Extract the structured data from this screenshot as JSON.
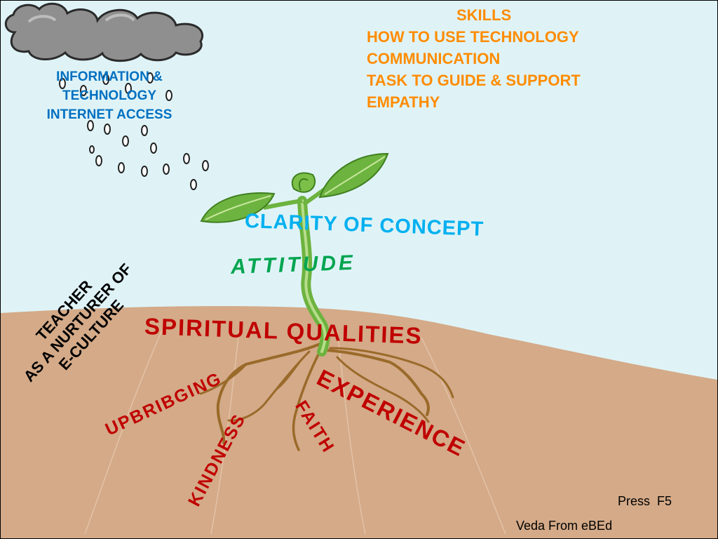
{
  "rain_cloud": {
    "lines": [
      "INFORMATION &",
      "TECHNOLOGY",
      "INTERNET ACCESS"
    ]
  },
  "skills": {
    "heading": "SKILLS",
    "items": [
      "HOW TO USE TECHNOLOGY",
      "COMMUNICATION",
      "TASK TO GUIDE & SUPPORT",
      "EMPATHY"
    ]
  },
  "stem_labels": {
    "clarity": "CLARITY OF CONCEPT",
    "attitude": "ATTITUDE"
  },
  "soil_labels": {
    "spiritual": "SPIRITUAL QUALITIES",
    "experience": "EXPERIENCE",
    "upbringing": "UPBRIBGING",
    "kindness": "KINDNESS",
    "faith": "FAITH"
  },
  "teacher": {
    "lines": [
      "TEACHER",
      "AS A NURTURER OF",
      "E-CULTURE"
    ]
  },
  "footer": {
    "press": "Press  F5",
    "credit": "Veda From eBEd"
  },
  "colors": {
    "sky": "#dff3f7",
    "soil": "#d4aa88",
    "cloud": "#8f8f8f",
    "leaf": "#6db33f",
    "root": "#9a6a2a",
    "skills_text": "#ff8c00",
    "info_text": "#0070c0",
    "clarity_text": "#00b0f0",
    "attitude_text": "#00a550",
    "soil_text": "#c00000"
  },
  "icons": [
    "cloud-icon",
    "raindrop-icon",
    "plant-icon",
    "root-icon"
  ]
}
